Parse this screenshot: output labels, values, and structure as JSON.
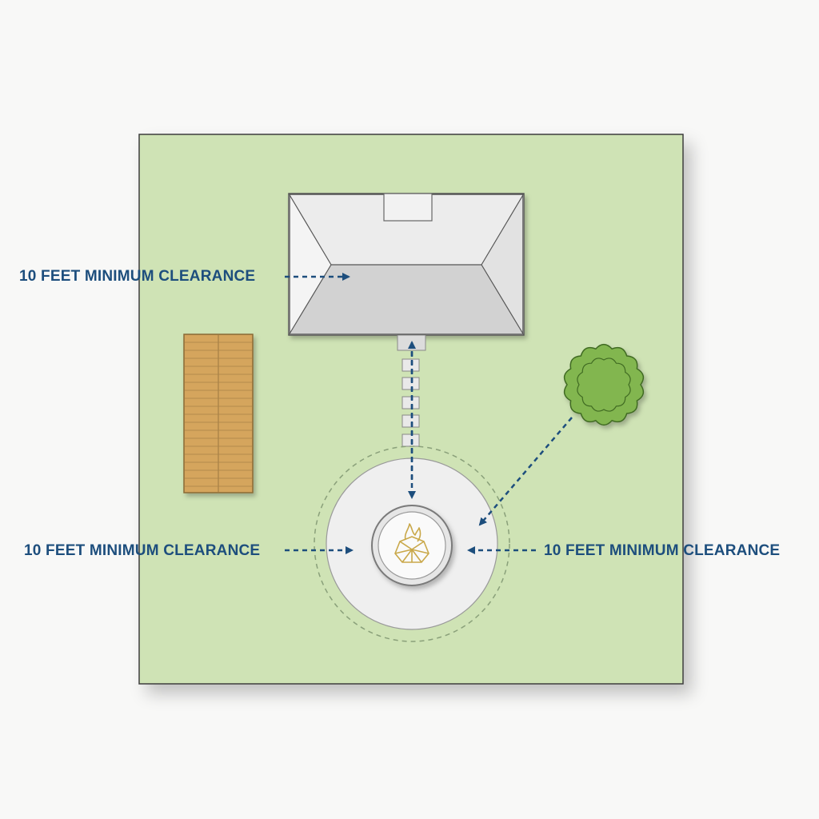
{
  "labels": {
    "top": "10 FEET MINIMUM CLEARANCE",
    "left": "10 FEET MINIMUM CLEARANCE",
    "right": "10 FEET MINIMUM CLEARANCE"
  },
  "colors": {
    "lawn": "#cfe3b5",
    "lawn_border": "#3c3c3c",
    "house_roof": "#ececec",
    "house_roof_shadow": "#d2d2d2",
    "deck_wood": "#d5a55d",
    "tree_green": "#82b64f",
    "patio": "#efefef",
    "arrow_blue": "#1d4e7d",
    "fire_gold": "#c9a84a"
  },
  "icons": {
    "fire_pit": "fire-icon",
    "tree": "tree-icon",
    "deck": "deck-icon",
    "house": "house-roof-icon"
  }
}
